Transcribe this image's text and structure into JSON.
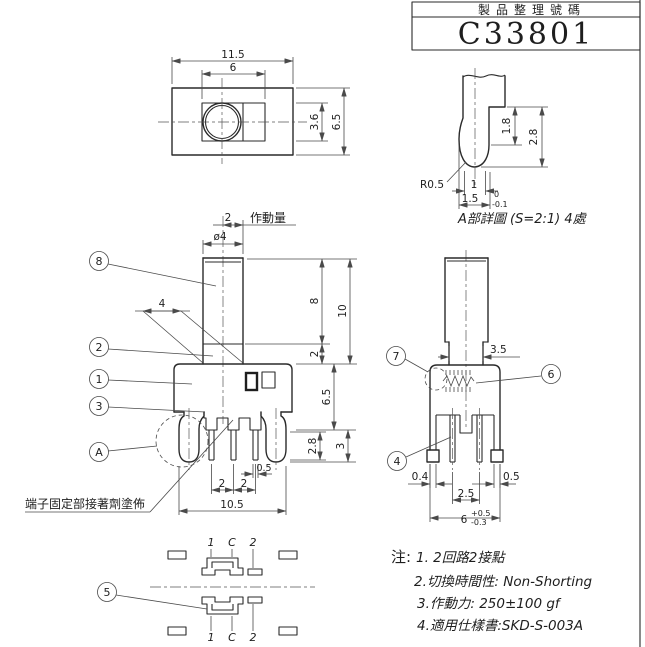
{
  "title_block": {
    "label": "製品整理號碼",
    "code": "C33801"
  },
  "top_view": {
    "w_outer": "11.5",
    "w_inner": "6",
    "h_inner": "3.6",
    "h_outer": "6.5"
  },
  "detail_a": {
    "caption": "A部詳圖 (S=2:1) 4處",
    "radius": "R0.5",
    "w1": "1",
    "w2": "1.5",
    "tol_hi": "0",
    "tol_lo": "-0.1",
    "h1": "1.8",
    "h2": "2.8"
  },
  "front_view": {
    "travel": "2",
    "travel_label": "作動量",
    "dia": "ø4",
    "shaft_h": "8",
    "total_h": "10",
    "neck_h": "2",
    "slot": "4",
    "body_h": "6.5",
    "lead_h1": "2.8",
    "lead_h2": "3",
    "pin_w": "0.5",
    "pitch_a": "2",
    "pitch_b": "2",
    "body_w": "10.5",
    "adhesive_note": "端子固定部接著劑塗佈",
    "callout_shaft": "8",
    "callout_cover": "2",
    "callout_case": "1",
    "callout_terminal": "3",
    "callout_detail": "A"
  },
  "side_view": {
    "neck_w": "3.5",
    "leg_w1": "0.4",
    "leg_w2": "0.5",
    "pitch": "2.5",
    "body_w": "6",
    "tol_hi": "+0.5",
    "tol_lo": "-0.3",
    "callout_spring": "6",
    "callout_contact": "7",
    "callout_pin": "4"
  },
  "bottom_view": {
    "top_labels": [
      "1",
      "C",
      "2"
    ],
    "bottom_labels": [
      "1",
      "C",
      "2"
    ],
    "callout_pattern": "5"
  },
  "notes": {
    "heading": "注:",
    "items": [
      "1.  2回路2接點",
      "2.切換時間性: Non-Shorting",
      "3.作動力: 250±100  gf",
      "4.適用仕樣書:SKD-S-003A"
    ]
  }
}
